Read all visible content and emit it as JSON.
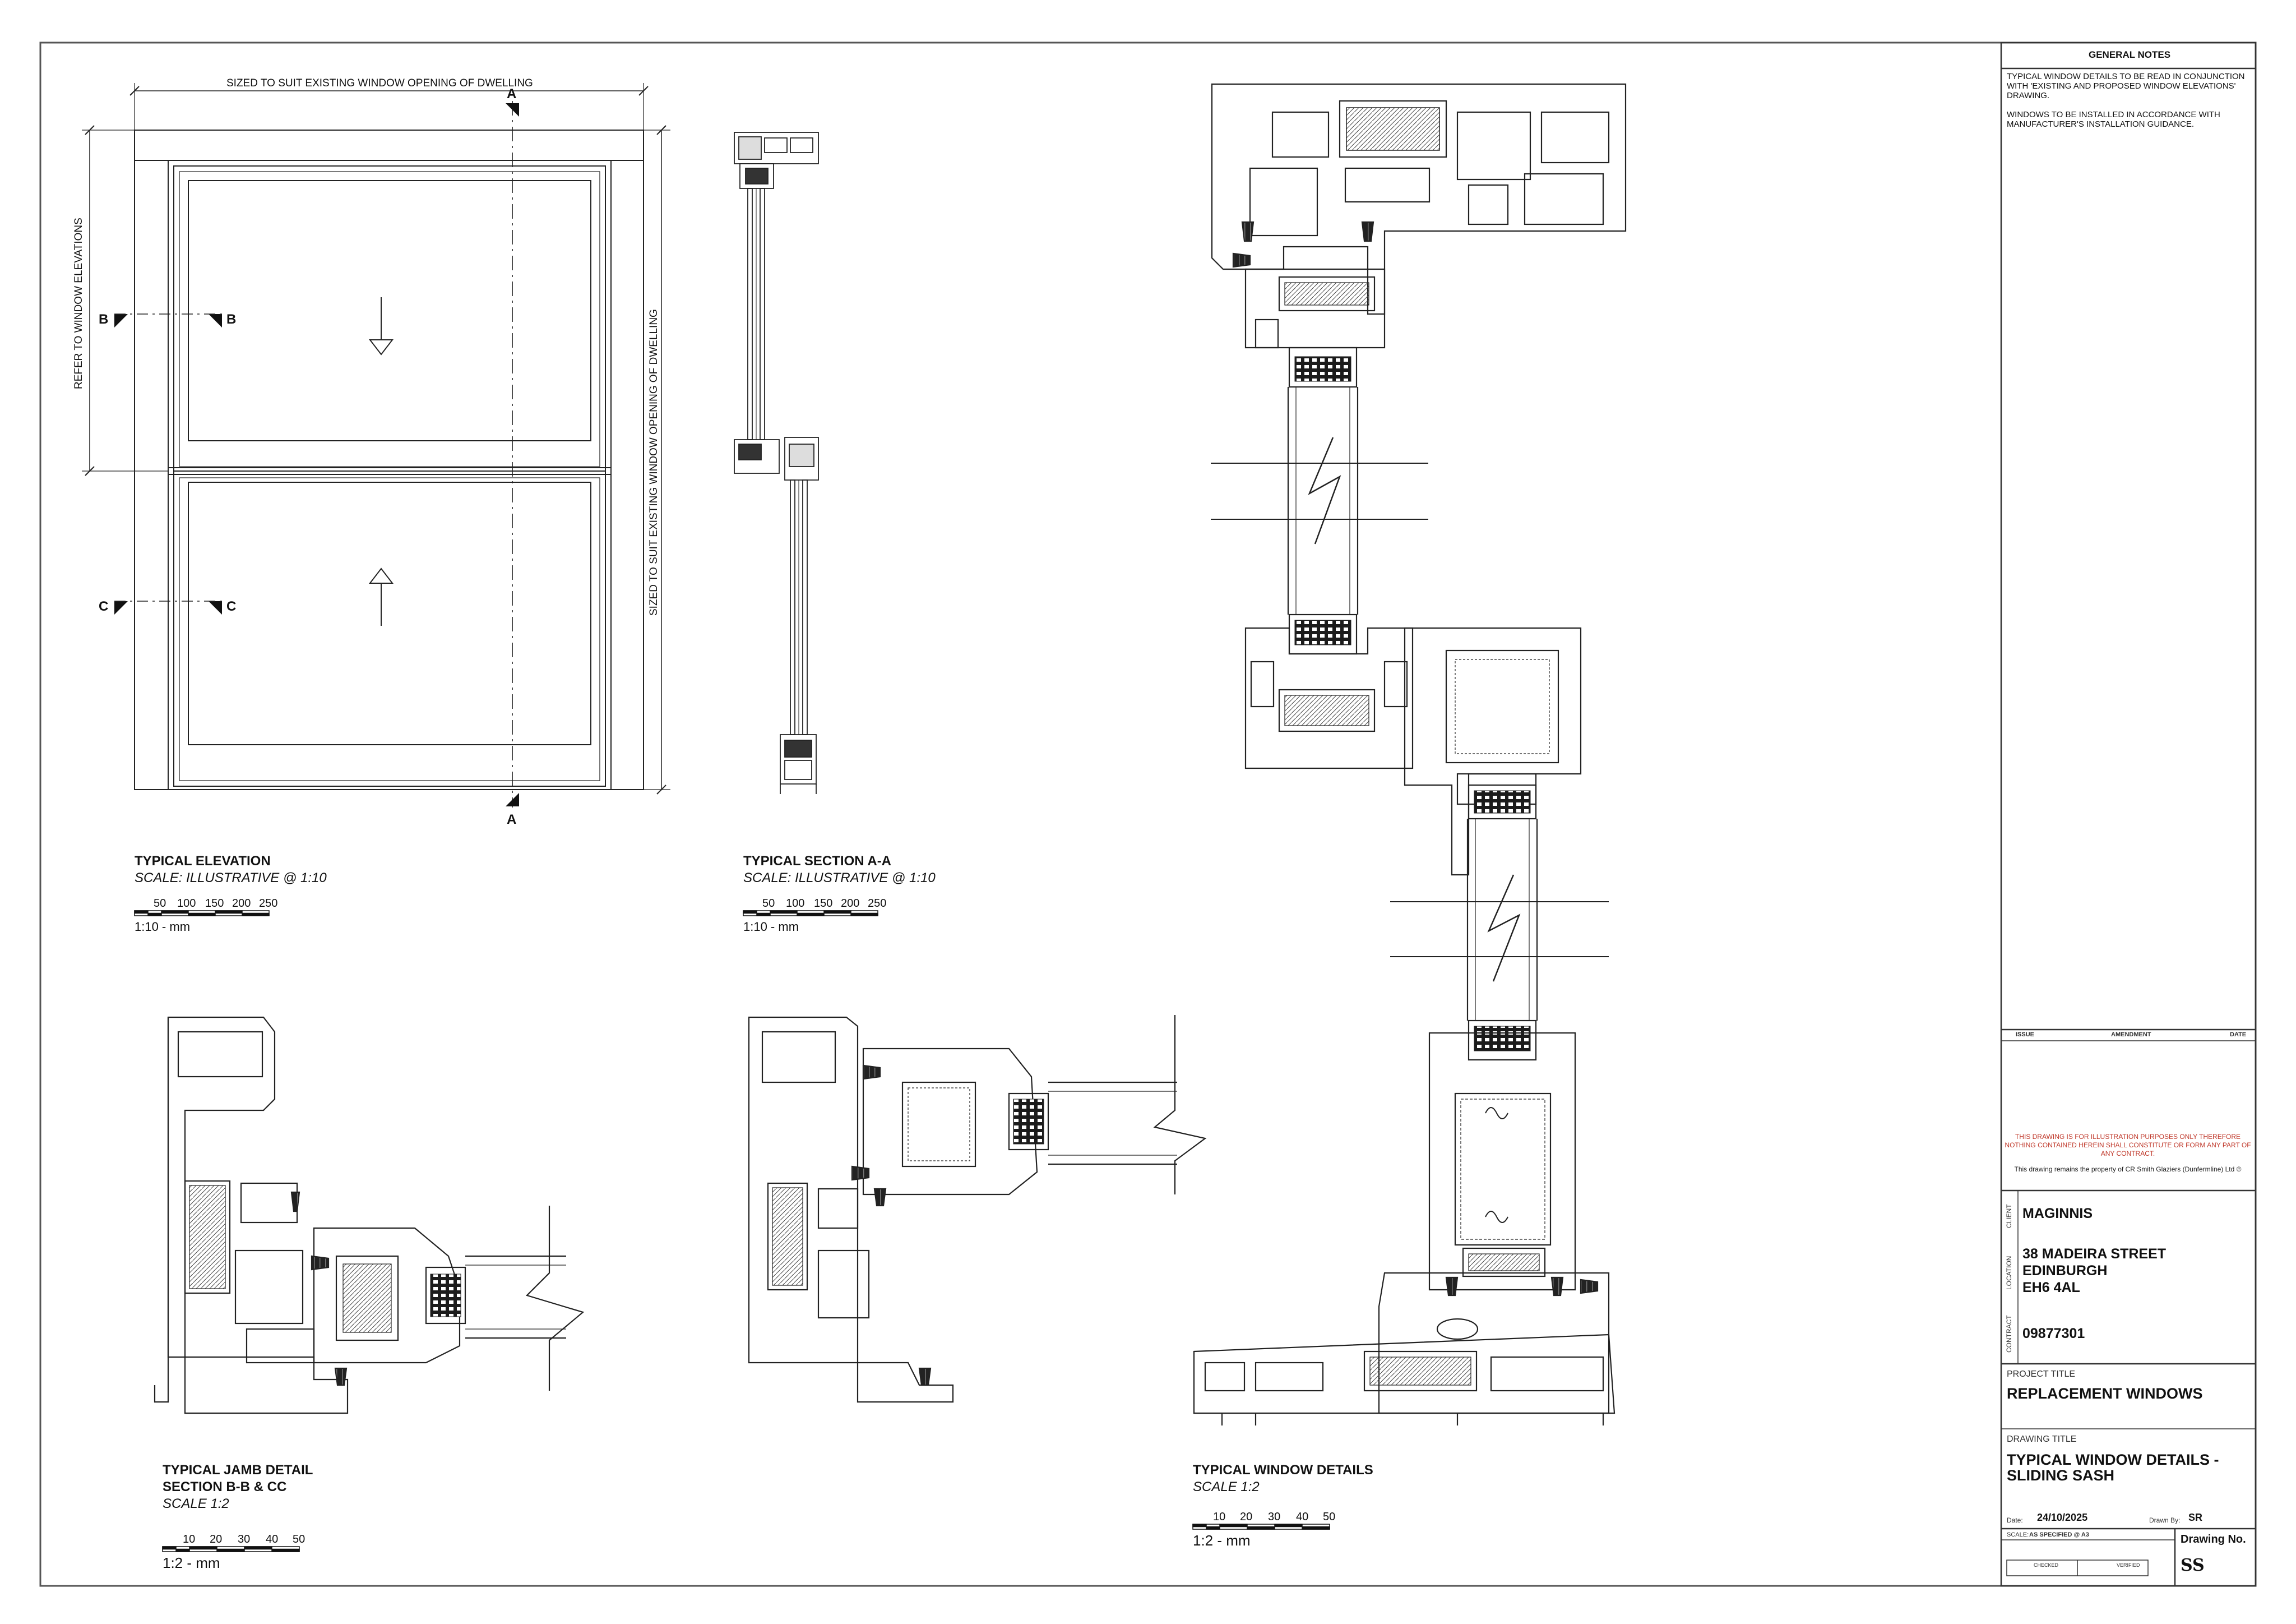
{
  "elevation": {
    "top_dim": "SIZED TO SUIT EXISTING WINDOW OPENING OF DWELLING",
    "right_dim": "SIZED TO SUIT EXISTING WINDOW OPENING OF DWELLING",
    "left_dim": "REFER TO WINDOW ELEVATIONS",
    "marker_a": "A",
    "marker_b": "B",
    "marker_c": "C"
  },
  "captions": {
    "elevation_title": "TYPICAL ELEVATION",
    "elevation_scale": "SCALE: ILLUSTRATIVE @ 1:10",
    "section_title": "TYPICAL SECTION A-A",
    "section_scale": "SCALE: ILLUSTRATIVE @ 1:10",
    "jamb_title_1": "TYPICAL JAMB DETAIL",
    "jamb_title_2": "SECTION B-B & CC",
    "jamb_scale": "SCALE 1:2",
    "details_title": "TYPICAL WINDOW DETAILS",
    "details_scale": "SCALE 1:2"
  },
  "scale_bars": {
    "bar10_labels": [
      "50",
      "100",
      "150",
      "200",
      "250"
    ],
    "bar10_unit": "1:10 - mm",
    "bar2_labels": [
      "10",
      "20",
      "30",
      "40",
      "50"
    ],
    "bar2_unit": "1:2 - mm"
  },
  "title_block": {
    "general_notes_heading": "GENERAL NOTES",
    "note_1": "TYPICAL WINDOW DETAILS TO BE READ IN CONJUNCTION WITH 'EXISTING AND PROPOSED WINDOW ELEVATIONS' DRAWING.",
    "note_2": "WINDOWS TO BE INSTALLED IN ACCORDANCE WITH MANUFACTURER'S INSTALLATION GUIDANCE.",
    "issue_col": "ISSUE",
    "amendment_col": "AMENDMENT",
    "date_col": "DATE",
    "disclaimer": "THIS DRAWING IS FOR ILLUSTRATION PURPOSES ONLY THEREFORE NOTHING CONTAINED HEREIN SHALL CONSTITUTE OR FORM ANY PART OF ANY CONTRACT.",
    "property_note": "This drawing remains the property of CR Smith Glaziers (Dunfermline) Ltd ©",
    "client_label": "CLIENT",
    "client": "MAGINNIS",
    "location_label": "LOCATION",
    "location_1": "38 MADEIRA STREET",
    "location_2": "EDINBURGH",
    "location_3": "EH6 4AL",
    "contract_label": "CONTRACT",
    "contract": "09877301",
    "project_title_label": "PROJECT TITLE",
    "project_title": "REPLACEMENT WINDOWS",
    "drawing_title_label": "DRAWING TITLE",
    "drawing_title_1": "TYPICAL WINDOW DETAILS -",
    "drawing_title_2": "SLIDING SASH",
    "date_label": "Date:",
    "date": "24/10/2025",
    "drawn_by_label": "Drawn By:",
    "drawn_by": "SR",
    "scale_label": "SCALE:",
    "scale": "AS SPECIFIED @ A3",
    "drawing_no_label": "Drawing No.",
    "drawing_no": "SS",
    "checked_label": "CHECKED",
    "verified_label": "VERIFIED"
  }
}
